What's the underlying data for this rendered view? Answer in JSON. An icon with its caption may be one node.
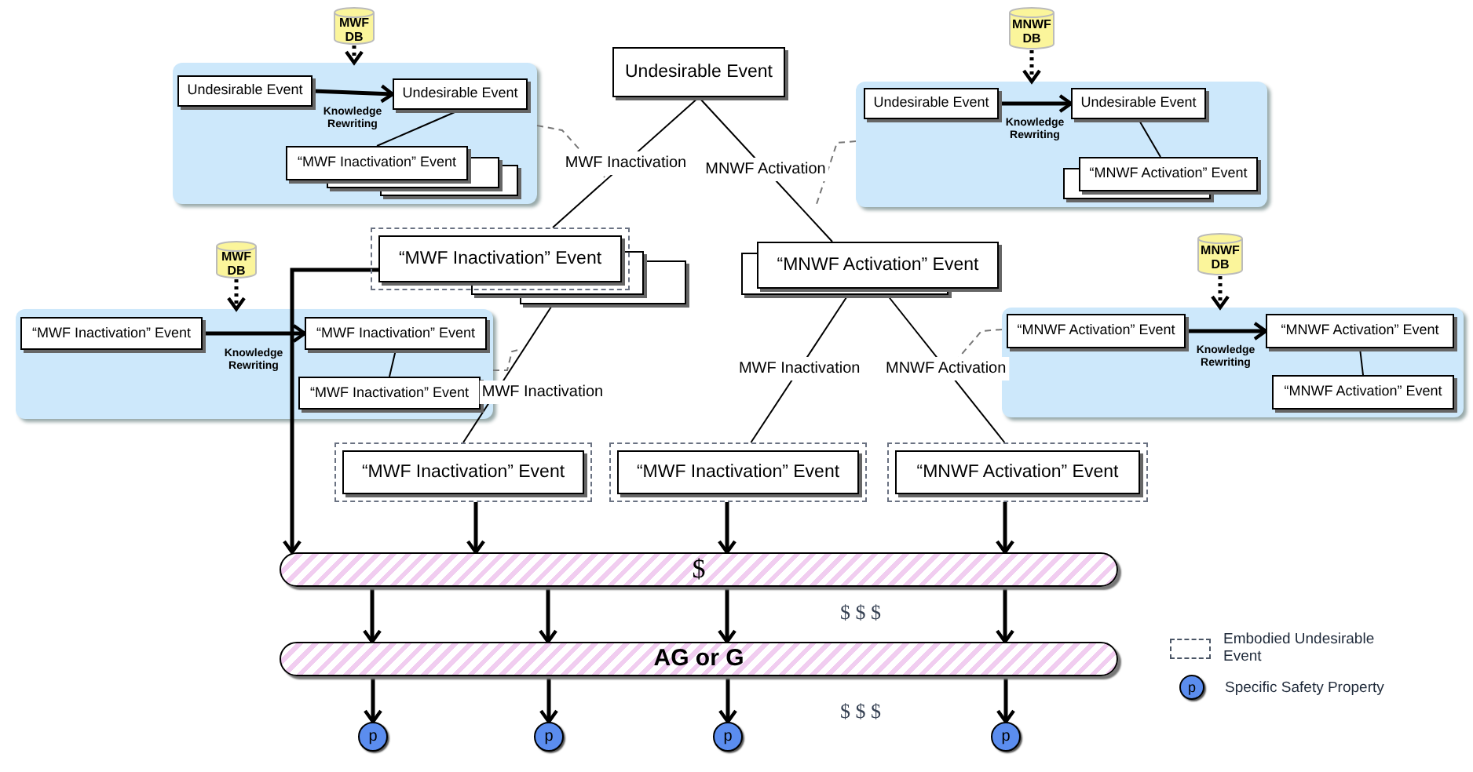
{
  "diagram": {
    "nodes": [
      {
        "text": [
          "Undesirable Event"
        ]
      },
      {
        "text": [],
        "shape": "box"
      },
      {
        "text": [
          "Undesirable Event"
        ],
        "in": 1
      },
      {
        "text": [
          "Undesirable Event"
        ],
        "in": 1
      },
      {
        "text": [
          "“MWF Inactivation” Event"
        ],
        "in": 1
      },
      {
        "text": [
          "MWF DB"
        ]
      },
      {
        "text": [],
        "shape": "box"
      },
      {
        "text": [
          "Undesirable Event"
        ],
        "in": 6
      },
      {
        "text": [
          "Undesirable Event"
        ],
        "in": 6
      },
      {
        "text": [
          "“MNWF Activation” Event"
        ],
        "in": 6
      },
      {
        "text": [
          "MNWF DB"
        ]
      },
      {
        "text": [
          "“MWF Inactivation” Event"
        ]
      },
      {
        "text": [
          "“MNWF Activation” Event"
        ]
      },
      {
        "text": [],
        "shape": "box"
      },
      {
        "text": [
          "“MWF Inactivation” Event"
        ],
        "in": 13
      },
      {
        "text": [
          "“MWF Inactivation” Event"
        ],
        "in": 13
      },
      {
        "text": [
          "“MWF Inactivation” Event"
        ],
        "in": 13
      },
      {
        "text": [
          "MWF DB"
        ]
      },
      {
        "text": [],
        "shape": "box"
      },
      {
        "text": [
          "“MNWF Activation” Event"
        ],
        "in": 18
      },
      {
        "text": [
          "“MNWF Activation” Event"
        ],
        "in": 18
      },
      {
        "text": [
          "“MNWF Activation” Event"
        ],
        "in": 18
      },
      {
        "text": [
          "MNWF DB"
        ]
      },
      {
        "text": [
          "“MWF Inactivation” Event"
        ]
      },
      {
        "text": [
          "“MWF Inactivation” Event"
        ]
      },
      {
        "text": [
          "“MNWF Activation” Event"
        ]
      },
      {
        "text": [
          "$"
        ]
      },
      {
        "text": [
          "AG or G"
        ]
      },
      {
        "text": [
          "p"
        ]
      },
      {
        "text": [
          "p"
        ]
      },
      {
        "text": [
          "p"
        ]
      },
      {
        "text": [
          "p"
        ]
      }
    ],
    "edges": [
      {
        "from": 0,
        "to": 11,
        "arrow": "none",
        "label": "MWF Inactivation"
      },
      {
        "from": 0,
        "to": 12,
        "arrow": "none",
        "label": "MNWF Activation"
      },
      {
        "from": 11,
        "to": 23,
        "arrow": "none",
        "label": "MWF Inactivation"
      },
      {
        "from": 12,
        "to": 24,
        "arrow": "none",
        "label": "MWF Inactivation"
      },
      {
        "from": 12,
        "to": 25,
        "arrow": "none",
        "label": "MNWF Activation"
      },
      {
        "from": 2,
        "to": 3,
        "arrow": "to",
        "label": "Knowledge Rewriting"
      },
      {
        "from": 3,
        "to": 4,
        "arrow": "none"
      },
      {
        "from": 5,
        "to": 1,
        "arrow": "to",
        "style": "dashed"
      },
      {
        "from": 7,
        "to": 8,
        "arrow": "to",
        "label": "Knowledge Rewriting"
      },
      {
        "from": 8,
        "to": 9,
        "arrow": "none"
      },
      {
        "from": 10,
        "to": 6,
        "arrow": "to",
        "style": "dashed"
      },
      {
        "from": 14,
        "to": 15,
        "arrow": "to",
        "label": "Knowledge Rewriting"
      },
      {
        "from": 15,
        "to": 16,
        "arrow": "none"
      },
      {
        "from": 17,
        "to": 13,
        "arrow": "to",
        "style": "dashed"
      },
      {
        "from": 19,
        "to": 20,
        "arrow": "to",
        "label": "Knowledge Rewriting"
      },
      {
        "from": 20,
        "to": 21,
        "arrow": "none"
      },
      {
        "from": 22,
        "to": 18,
        "arrow": "to",
        "style": "dashed"
      },
      {
        "from": 11,
        "to": 26,
        "arrow": "to"
      },
      {
        "from": 23,
        "to": 26,
        "arrow": "to"
      },
      {
        "from": 24,
        "to": 26,
        "arrow": "to"
      },
      {
        "from": 25,
        "to": 26,
        "arrow": "to"
      },
      {
        "from": 26,
        "to": 27,
        "arrow": "to"
      },
      {
        "from": 26,
        "to": 27,
        "arrow": "to"
      },
      {
        "from": 26,
        "to": 27,
        "arrow": "to"
      },
      {
        "from": 26,
        "to": 27,
        "arrow": "to"
      },
      {
        "from": 27,
        "to": 28,
        "arrow": "to"
      },
      {
        "from": 27,
        "to": 29,
        "arrow": "to"
      },
      {
        "from": 27,
        "to": 30,
        "arrow": "to"
      },
      {
        "from": 27,
        "to": 31,
        "arrow": "to"
      },
      {
        "from": 1,
        "to": null,
        "arrow": "none",
        "style": "dashed",
        "color": "#777777"
      },
      {
        "from": 6,
        "to": null,
        "arrow": "none",
        "style": "dashed",
        "color": "#777777"
      },
      {
        "from": 13,
        "to": null,
        "arrow": "none",
        "style": "dashed",
        "color": "#777777"
      },
      {
        "from": 18,
        "to": null,
        "arrow": "none",
        "style": "dashed",
        "color": "#777777"
      }
    ],
    "labels": [
      "$ $ $",
      "$ $ $",
      "p"
    ],
    "legend": [
      {
        "text": "Embodied Undesirable Event"
      },
      {
        "text": "Specific Safety Property"
      }
    ]
  }
}
